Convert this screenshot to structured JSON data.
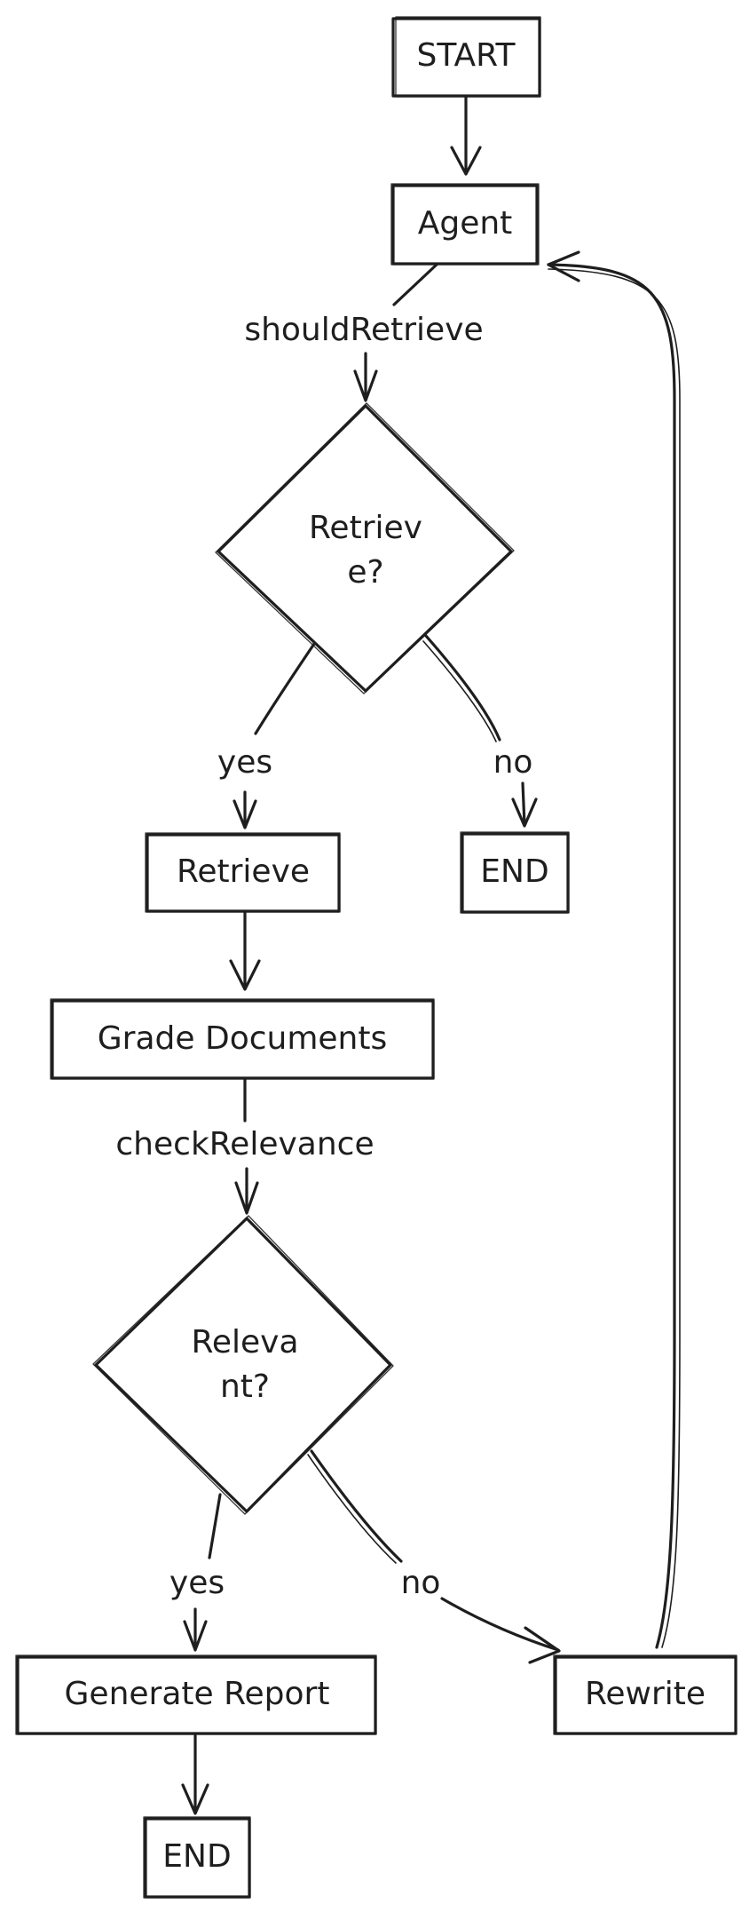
{
  "nodes": {
    "start": {
      "label": "START"
    },
    "agent": {
      "label": "Agent"
    },
    "retrieve_decision": {
      "label_line1": "Retriev",
      "label_line2": "e?"
    },
    "retrieve": {
      "label": "Retrieve"
    },
    "end_no_retrieve": {
      "label": "END"
    },
    "grade_documents": {
      "label": "Grade Documents"
    },
    "relevant_decision": {
      "label_line1": "Releva",
      "label_line2": "nt?"
    },
    "generate_report": {
      "label": "Generate Report"
    },
    "rewrite": {
      "label": "Rewrite"
    },
    "end_final": {
      "label": "END"
    }
  },
  "edges": {
    "should_retrieve": {
      "label": "shouldRetrieve"
    },
    "retrieve_yes": {
      "label": "yes"
    },
    "retrieve_no": {
      "label": "no"
    },
    "check_relevance": {
      "label": "checkRelevance"
    },
    "relevant_yes": {
      "label": "yes"
    },
    "relevant_no": {
      "label": "no"
    }
  }
}
